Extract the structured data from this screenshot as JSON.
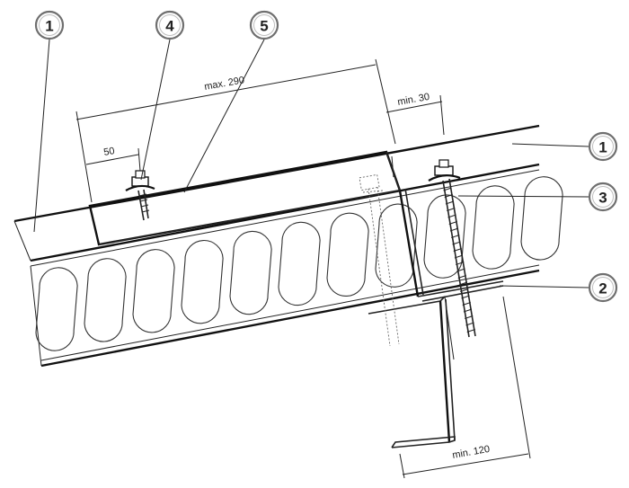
{
  "callouts": [
    {
      "label": "1"
    },
    {
      "label": "4"
    },
    {
      "label": "5"
    },
    {
      "label": "1"
    },
    {
      "label": "3"
    },
    {
      "label": "2"
    }
  ],
  "dimensions": {
    "max_span": "max. 290",
    "edge_50": "50",
    "min_30": "min. 30",
    "min_120": "min. 120"
  },
  "colors": {
    "line": "#111111",
    "callout_ring": "#6f6f6f"
  }
}
